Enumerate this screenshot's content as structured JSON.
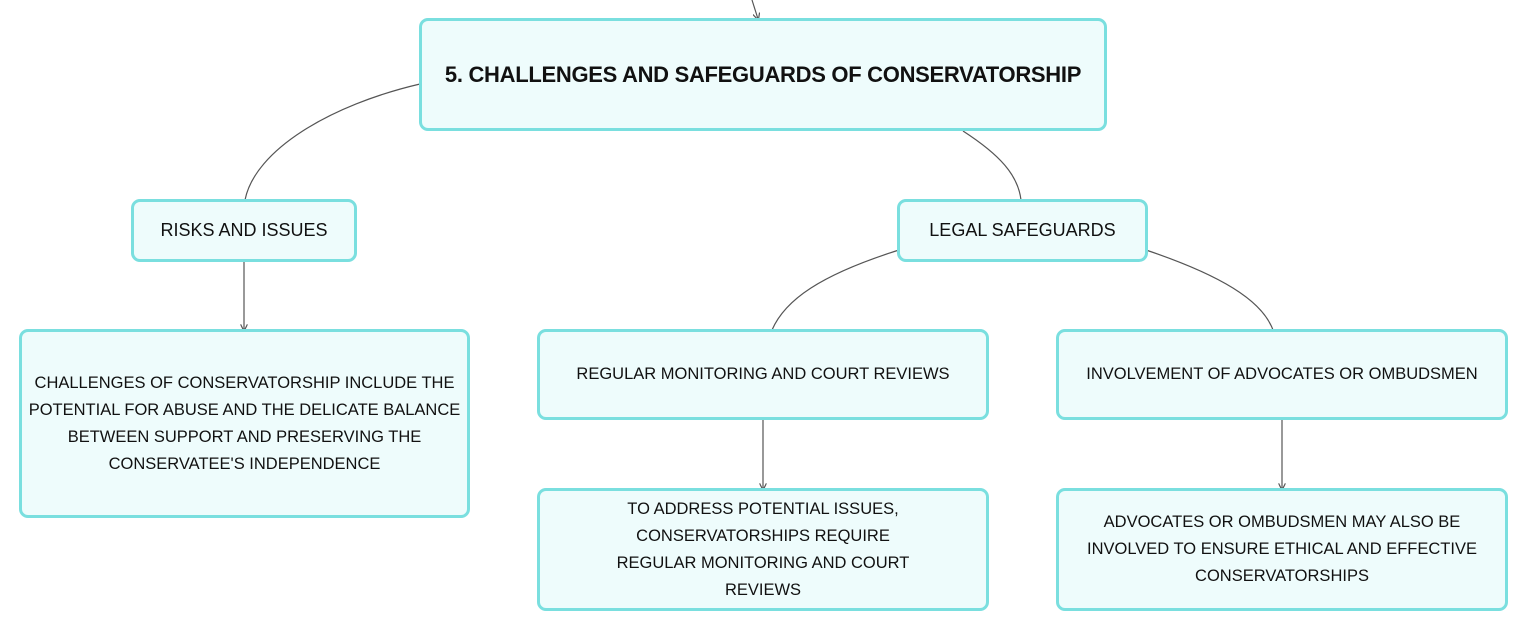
{
  "colors": {
    "node_fill": "#eefcfc",
    "node_border": "#7adfdf",
    "edge": "#555555",
    "text": "#111111"
  },
  "mindmap": {
    "root": {
      "label": "5. CHALLENGES AND SAFEGUARDS OF CONSERVATORSHIP"
    },
    "risks": {
      "label": "RISKS AND ISSUES",
      "detail": "CHALLENGES OF CONSERVATORSHIP INCLUDE THE POTENTIAL FOR ABUSE AND THE DELICATE BALANCE BETWEEN SUPPORT AND PRESERVING THE CONSERVATEE'S INDEPENDENCE"
    },
    "safeguards": {
      "label": "LEGAL SAFEGUARDS",
      "children": [
        {
          "label": "REGULAR MONITORING AND COURT REVIEWS",
          "detail": "TO ADDRESS POTENTIAL ISSUES, CONSERVATORSHIPS REQUIRE REGULAR MONITORING AND COURT REVIEWS"
        },
        {
          "label": "INVOLVEMENT OF ADVOCATES OR OMBUDSMEN",
          "detail": "ADVOCATES OR OMBUDSMEN MAY ALSO BE INVOLVED TO ENSURE ETHICAL AND EFFECTIVE CONSERVATORSHIPS"
        }
      ]
    }
  }
}
